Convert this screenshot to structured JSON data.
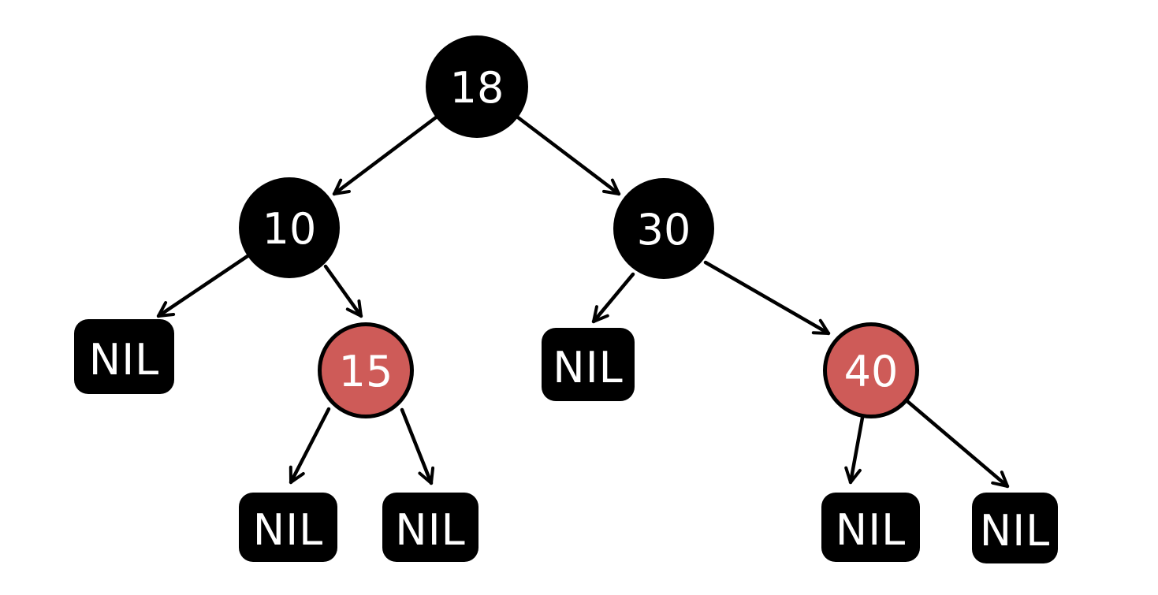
{
  "diagram": {
    "kind": "red-black-tree",
    "background": "#ffffff",
    "palette": {
      "black_node": "#000000",
      "red_node": "#ce5b58",
      "node_text": "#ffffff",
      "edge": "#000000"
    },
    "nodes": [
      {
        "id": "18",
        "label": "18",
        "role": "root",
        "color": "black",
        "shape": "circle"
      },
      {
        "id": "10",
        "label": "10",
        "role": "internal",
        "color": "black",
        "shape": "circle"
      },
      {
        "id": "30",
        "label": "30",
        "role": "internal",
        "color": "black",
        "shape": "circle"
      },
      {
        "id": "15",
        "label": "15",
        "role": "internal",
        "color": "red",
        "shape": "circle"
      },
      {
        "id": "40",
        "label": "40",
        "role": "internal",
        "color": "red",
        "shape": "circle"
      },
      {
        "id": "nil1",
        "label": "NIL",
        "role": "leaf",
        "color": "black",
        "shape": "rounded-rect"
      },
      {
        "id": "nil2",
        "label": "NIL",
        "role": "leaf",
        "color": "black",
        "shape": "rounded-rect"
      },
      {
        "id": "nil3",
        "label": "NIL",
        "role": "leaf",
        "color": "black",
        "shape": "rounded-rect"
      },
      {
        "id": "nil4",
        "label": "NIL",
        "role": "leaf",
        "color": "black",
        "shape": "rounded-rect"
      },
      {
        "id": "nil5",
        "label": "NIL",
        "role": "leaf",
        "color": "black",
        "shape": "rounded-rect"
      },
      {
        "id": "nil6",
        "label": "NIL",
        "role": "leaf",
        "color": "black",
        "shape": "rounded-rect"
      }
    ],
    "edges": [
      {
        "from": "18",
        "to": "10"
      },
      {
        "from": "18",
        "to": "30"
      },
      {
        "from": "10",
        "to": "nil1"
      },
      {
        "from": "10",
        "to": "15"
      },
      {
        "from": "30",
        "to": "nil2"
      },
      {
        "from": "30",
        "to": "40"
      },
      {
        "from": "15",
        "to": "nil3"
      },
      {
        "from": "15",
        "to": "nil4"
      },
      {
        "from": "40",
        "to": "nil5"
      },
      {
        "from": "40",
        "to": "nil6"
      }
    ],
    "tree": {
      "value": "18",
      "color": "black",
      "left": {
        "value": "10",
        "color": "black",
        "left": {
          "value": "NIL",
          "color": "black"
        },
        "right": {
          "value": "15",
          "color": "red",
          "left": {
            "value": "NIL",
            "color": "black"
          },
          "right": {
            "value": "NIL",
            "color": "black"
          }
        }
      },
      "right": {
        "value": "30",
        "color": "black",
        "left": {
          "value": "NIL",
          "color": "black"
        },
        "right": {
          "value": "40",
          "color": "red",
          "left": {
            "value": "NIL",
            "color": "black"
          },
          "right": {
            "value": "NIL",
            "color": "black"
          }
        }
      }
    }
  }
}
